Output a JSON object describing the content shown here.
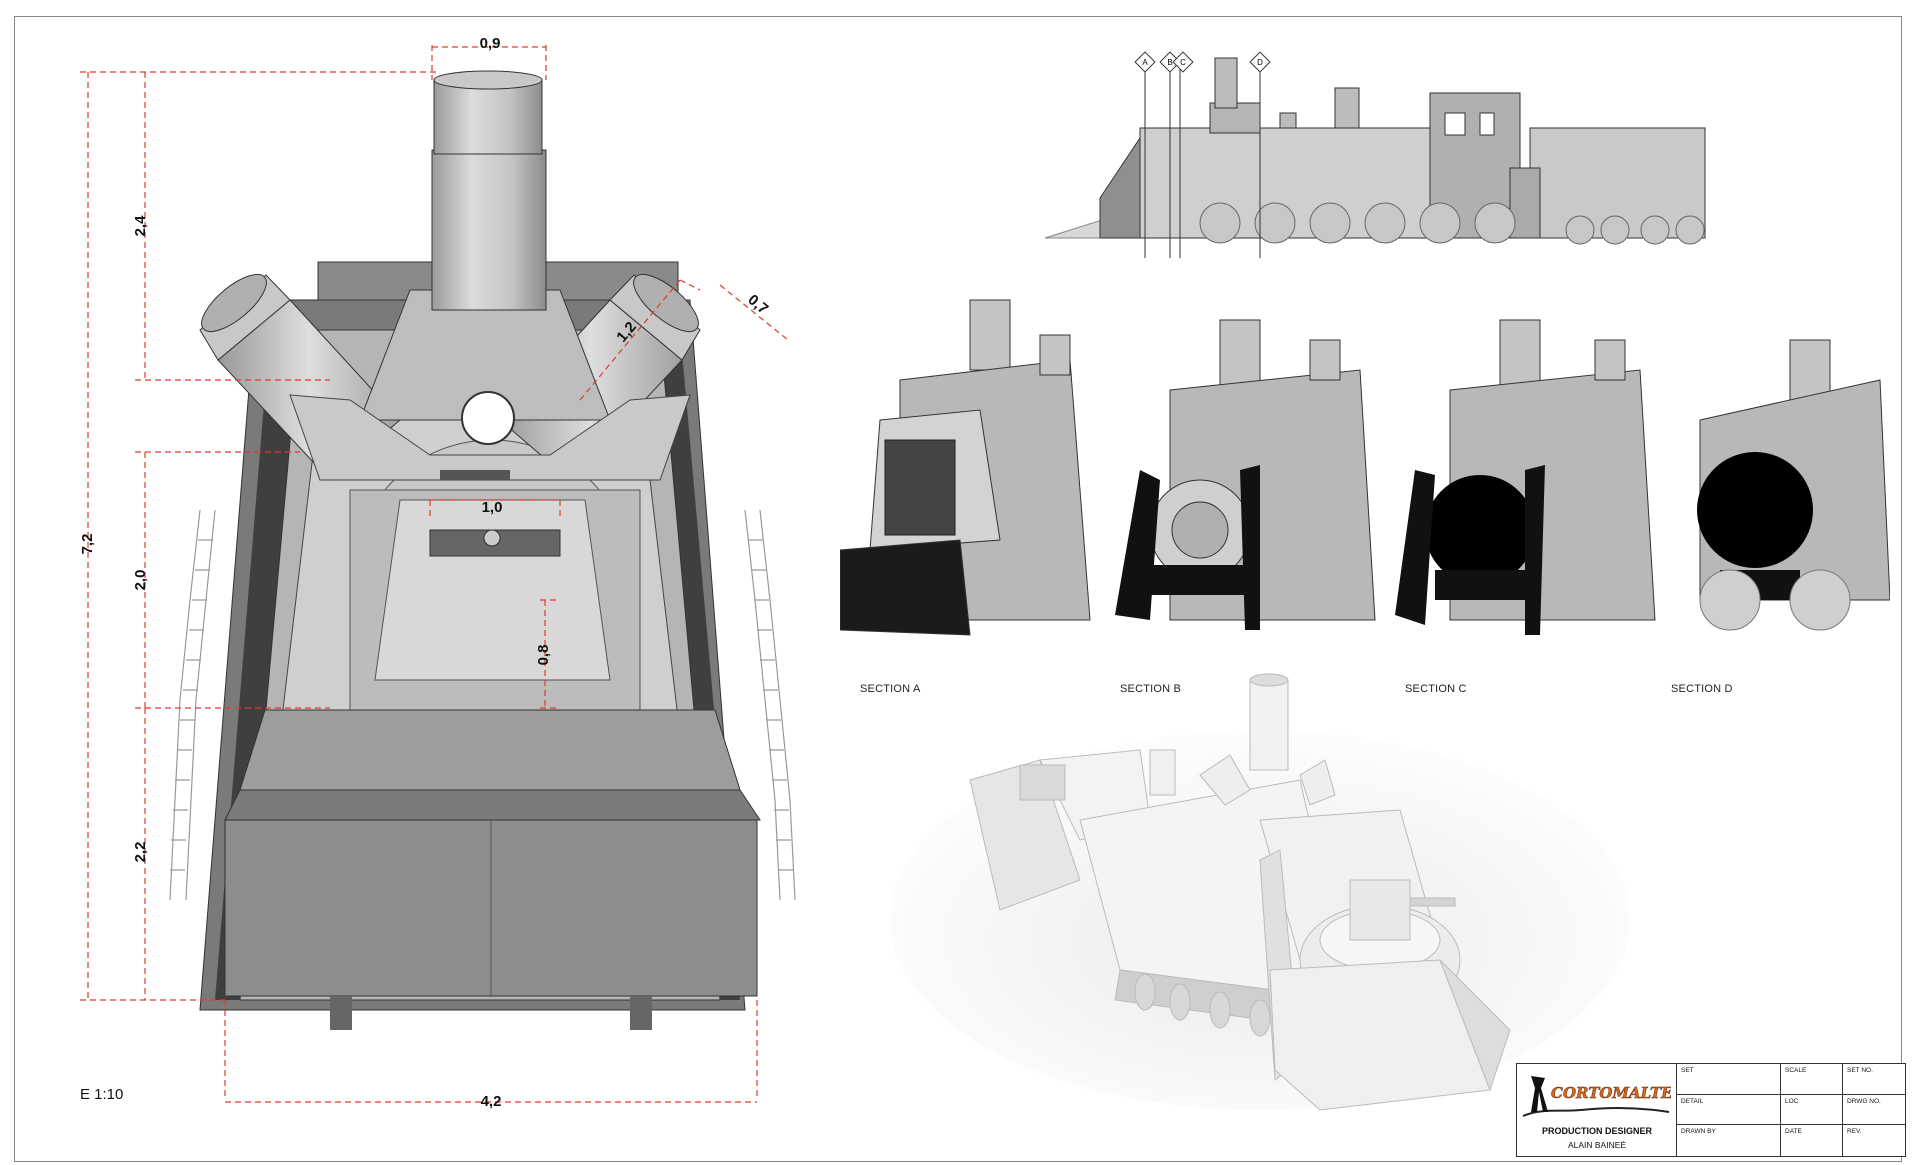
{
  "front_view": {
    "scale_label": "E 1:10",
    "dimensions": {
      "total_height": "7,2",
      "chimney_height": "2,4",
      "mid_height": "2,0",
      "lower_height": "2,2",
      "chimney_width": "0,9",
      "pipe_length": "1,2",
      "pipe_width": "0,7",
      "face_width": "1,0",
      "plate_height": "0,8",
      "base_width": "4,2"
    }
  },
  "side_view": {
    "section_markers": [
      "A",
      "B",
      "C",
      "D"
    ]
  },
  "sections": [
    {
      "label": "SECTION A"
    },
    {
      "label": "SECTION B"
    },
    {
      "label": "SECTION C"
    },
    {
      "label": "SECTION D"
    }
  ],
  "title_block": {
    "logo_text": "CORTOMALTESE",
    "role": "PRODUCTION DESIGNER",
    "designer": "ALAIN BAINEÉ",
    "fields": [
      "SET",
      "SCALE",
      "SET NO.",
      "DETAIL",
      "LOC",
      "DRWG NO.",
      "DRAWN BY",
      "DATE",
      "REV."
    ]
  },
  "colors": {
    "line_dim": "#e03a2c",
    "body_light": "#d4d4d4",
    "body_mid": "#a8a8a8",
    "body_dark": "#555555",
    "logo_orange": "#d9661c"
  }
}
